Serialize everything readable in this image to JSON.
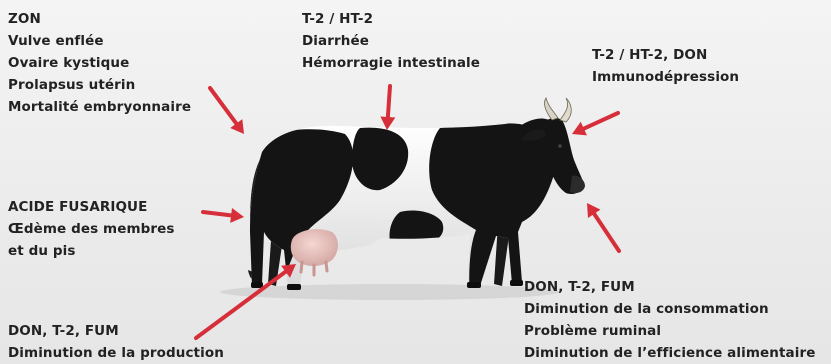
{
  "labels": {
    "zon": [
      "ZON",
      "Vulve enflée",
      "Ovaire kystique",
      "Prolapsus utérin",
      "Mortalité embryonnaire"
    ],
    "t2_ht2": [
      "T-2 / HT-2",
      "Diarrhée",
      "Hémorragie intestinale"
    ],
    "t2_ht2_don": [
      "T-2 / HT-2, DON",
      "Immunodépression"
    ],
    "acide_fusarique": [
      "ACIDE FUSARIQUE",
      "Œdème des membres",
      "et du pis"
    ],
    "don_t2_fum_left": [
      "DON, T-2, FUM",
      "Diminution de la production"
    ],
    "don_t2_fum_right": [
      "DON, T-2, FUM",
      "Diminution de la consommation",
      "Problème ruminal",
      "Diminution de l’efficience alimentaire"
    ]
  },
  "colors": {
    "arrow": "#d62f3a",
    "text": "#222222",
    "cow_black": "#141414",
    "cow_white": "#f2f2f2",
    "udder": "#e8c2bf"
  }
}
